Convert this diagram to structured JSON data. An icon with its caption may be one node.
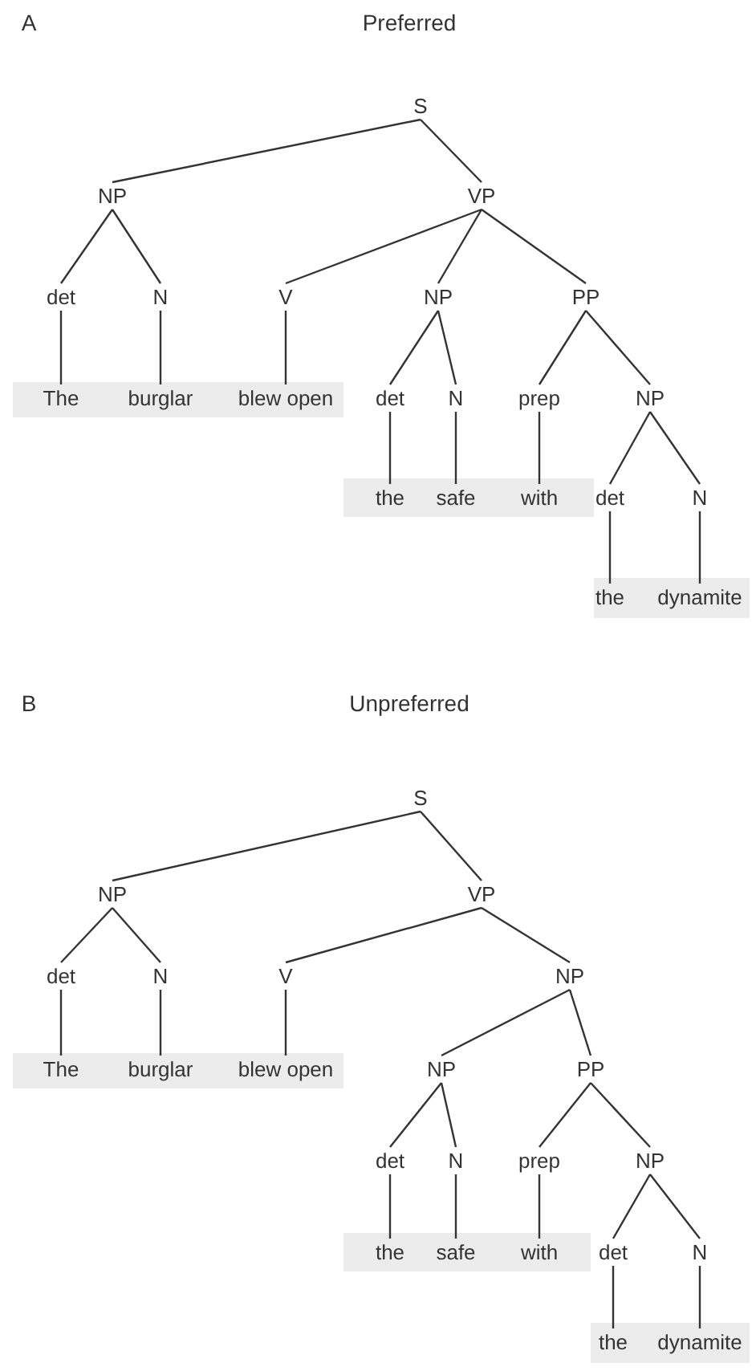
{
  "diagram": {
    "nodes": [
      {
        "text": [
          "S"
        ]
      },
      {
        "text": [
          "NP"
        ]
      },
      {
        "text": [
          "VP"
        ]
      },
      {
        "text": [
          "det"
        ]
      },
      {
        "text": [
          "N"
        ]
      },
      {
        "text": [
          "V"
        ]
      },
      {
        "text": [
          "NP"
        ]
      },
      {
        "text": [
          "PP"
        ]
      },
      {
        "text": [
          "The"
        ]
      },
      {
        "text": [
          "burglar"
        ]
      },
      {
        "text": [
          "blew open"
        ]
      },
      {
        "text": [
          "det"
        ]
      },
      {
        "text": [
          "N"
        ]
      },
      {
        "text": [
          "prep"
        ]
      },
      {
        "text": [
          "NP"
        ]
      },
      {
        "text": [
          "the"
        ]
      },
      {
        "text": [
          "safe"
        ]
      },
      {
        "text": [
          "with"
        ]
      },
      {
        "text": [
          "det"
        ]
      },
      {
        "text": [
          "N"
        ]
      },
      {
        "text": [
          "the"
        ]
      },
      {
        "text": [
          "dynamite"
        ]
      },
      {
        "text": [
          "S"
        ]
      },
      {
        "text": [
          "NP"
        ]
      },
      {
        "text": [
          "VP"
        ]
      },
      {
        "text": [
          "det"
        ]
      },
      {
        "text": [
          "N"
        ]
      },
      {
        "text": [
          "V"
        ]
      },
      {
        "text": [
          "NP"
        ]
      },
      {
        "text": [
          "The"
        ]
      },
      {
        "text": [
          "burglar"
        ]
      },
      {
        "text": [
          "blew open"
        ]
      },
      {
        "text": [
          "NP"
        ]
      },
      {
        "text": [
          "PP"
        ]
      },
      {
        "text": [
          "det"
        ]
      },
      {
        "text": [
          "N"
        ]
      },
      {
        "text": [
          "prep"
        ]
      },
      {
        "text": [
          "NP"
        ]
      },
      {
        "text": [
          "the"
        ]
      },
      {
        "text": [
          "safe"
        ]
      },
      {
        "text": [
          "with"
        ]
      },
      {
        "text": [
          "det"
        ]
      },
      {
        "text": [
          "N"
        ]
      },
      {
        "text": [
          "the"
        ]
      },
      {
        "text": [
          "dynamite"
        ]
      }
    ],
    "edges": [
      {
        "from": 0,
        "to": 1,
        "arrow": "none"
      },
      {
        "from": 0,
        "to": 2,
        "arrow": "none"
      },
      {
        "from": 1,
        "to": 3,
        "arrow": "none"
      },
      {
        "from": 1,
        "to": 4,
        "arrow": "none"
      },
      {
        "from": 2,
        "to": 5,
        "arrow": "none"
      },
      {
        "from": 2,
        "to": 6,
        "arrow": "none"
      },
      {
        "from": 2,
        "to": 7,
        "arrow": "none"
      },
      {
        "from": 3,
        "to": 8,
        "arrow": "none"
      },
      {
        "from": 4,
        "to": 9,
        "arrow": "none"
      },
      {
        "from": 5,
        "to": 10,
        "arrow": "none"
      },
      {
        "from": 6,
        "to": 11,
        "arrow": "none"
      },
      {
        "from": 6,
        "to": 12,
        "arrow": "none"
      },
      {
        "from": 7,
        "to": 13,
        "arrow": "none"
      },
      {
        "from": 7,
        "to": 14,
        "arrow": "none"
      },
      {
        "from": 11,
        "to": 15,
        "arrow": "none"
      },
      {
        "from": 12,
        "to": 16,
        "arrow": "none"
      },
      {
        "from": 13,
        "to": 17,
        "arrow": "none"
      },
      {
        "from": 14,
        "to": 18,
        "arrow": "none"
      },
      {
        "from": 14,
        "to": 19,
        "arrow": "none"
      },
      {
        "from": 18,
        "to": 20,
        "arrow": "none"
      },
      {
        "from": 19,
        "to": 21,
        "arrow": "none"
      },
      {
        "from": 22,
        "to": 23,
        "arrow": "none"
      },
      {
        "from": 22,
        "to": 24,
        "arrow": "none"
      },
      {
        "from": 23,
        "to": 25,
        "arrow": "none"
      },
      {
        "from": 23,
        "to": 26,
        "arrow": "none"
      },
      {
        "from": 24,
        "to": 27,
        "arrow": "none"
      },
      {
        "from": 24,
        "to": 28,
        "arrow": "none"
      },
      {
        "from": 25,
        "to": 29,
        "arrow": "none"
      },
      {
        "from": 26,
        "to": 30,
        "arrow": "none"
      },
      {
        "from": 27,
        "to": 31,
        "arrow": "none"
      },
      {
        "from": 28,
        "to": 32,
        "arrow": "none"
      },
      {
        "from": 28,
        "to": 33,
        "arrow": "none"
      },
      {
        "from": 32,
        "to": 34,
        "arrow": "none"
      },
      {
        "from": 32,
        "to": 35,
        "arrow": "none"
      },
      {
        "from": 33,
        "to": 36,
        "arrow": "none"
      },
      {
        "from": 33,
        "to": 37,
        "arrow": "none"
      },
      {
        "from": 34,
        "to": 38,
        "arrow": "none"
      },
      {
        "from": 35,
        "to": 39,
        "arrow": "none"
      },
      {
        "from": 36,
        "to": 40,
        "arrow": "none"
      },
      {
        "from": 37,
        "to": 41,
        "arrow": "none"
      },
      {
        "from": 37,
        "to": 42,
        "arrow": "none"
      },
      {
        "from": 41,
        "to": 43,
        "arrow": "none"
      },
      {
        "from": 42,
        "to": 44,
        "arrow": "none"
      }
    ],
    "labels": [
      "A",
      "Preferred",
      "B",
      "Unpreferred"
    ]
  }
}
